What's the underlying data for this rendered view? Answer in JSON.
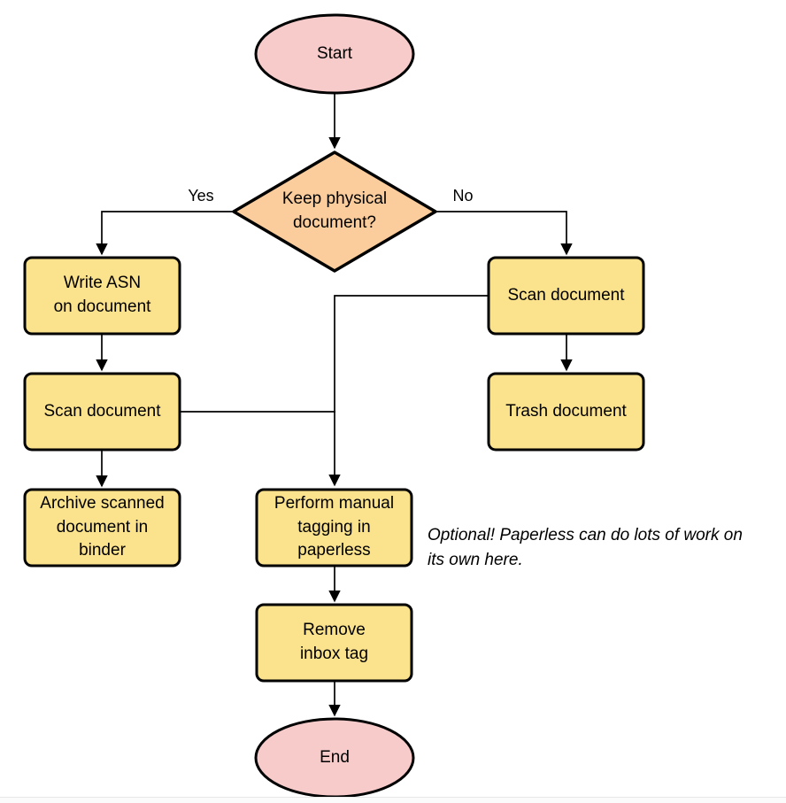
{
  "colors": {
    "terminal_fill": "#F8CBCB",
    "decision_fill": "#FBCD9C",
    "process_fill": "#FBE28D",
    "stroke": "#000000"
  },
  "nodes": {
    "start": {
      "label": "Start"
    },
    "decision": {
      "label": "Keep physical\ndocument?"
    },
    "write_asn": {
      "label": "Write ASN\non document"
    },
    "scan_left": {
      "label": "Scan document"
    },
    "archive": {
      "label": "Archive scanned\ndocument in\nbinder"
    },
    "scan_right": {
      "label": "Scan document"
    },
    "trash": {
      "label": "Trash document"
    },
    "tagging": {
      "label": "Perform manual\ntagging in\npaperless"
    },
    "remove_inbox": {
      "label": "Remove\ninbox tag"
    },
    "end": {
      "label": "End"
    }
  },
  "edge_labels": {
    "yes": "Yes",
    "no": "No"
  },
  "annotation": {
    "text": "Optional! Paperless can do lots of work on\nits own here."
  }
}
